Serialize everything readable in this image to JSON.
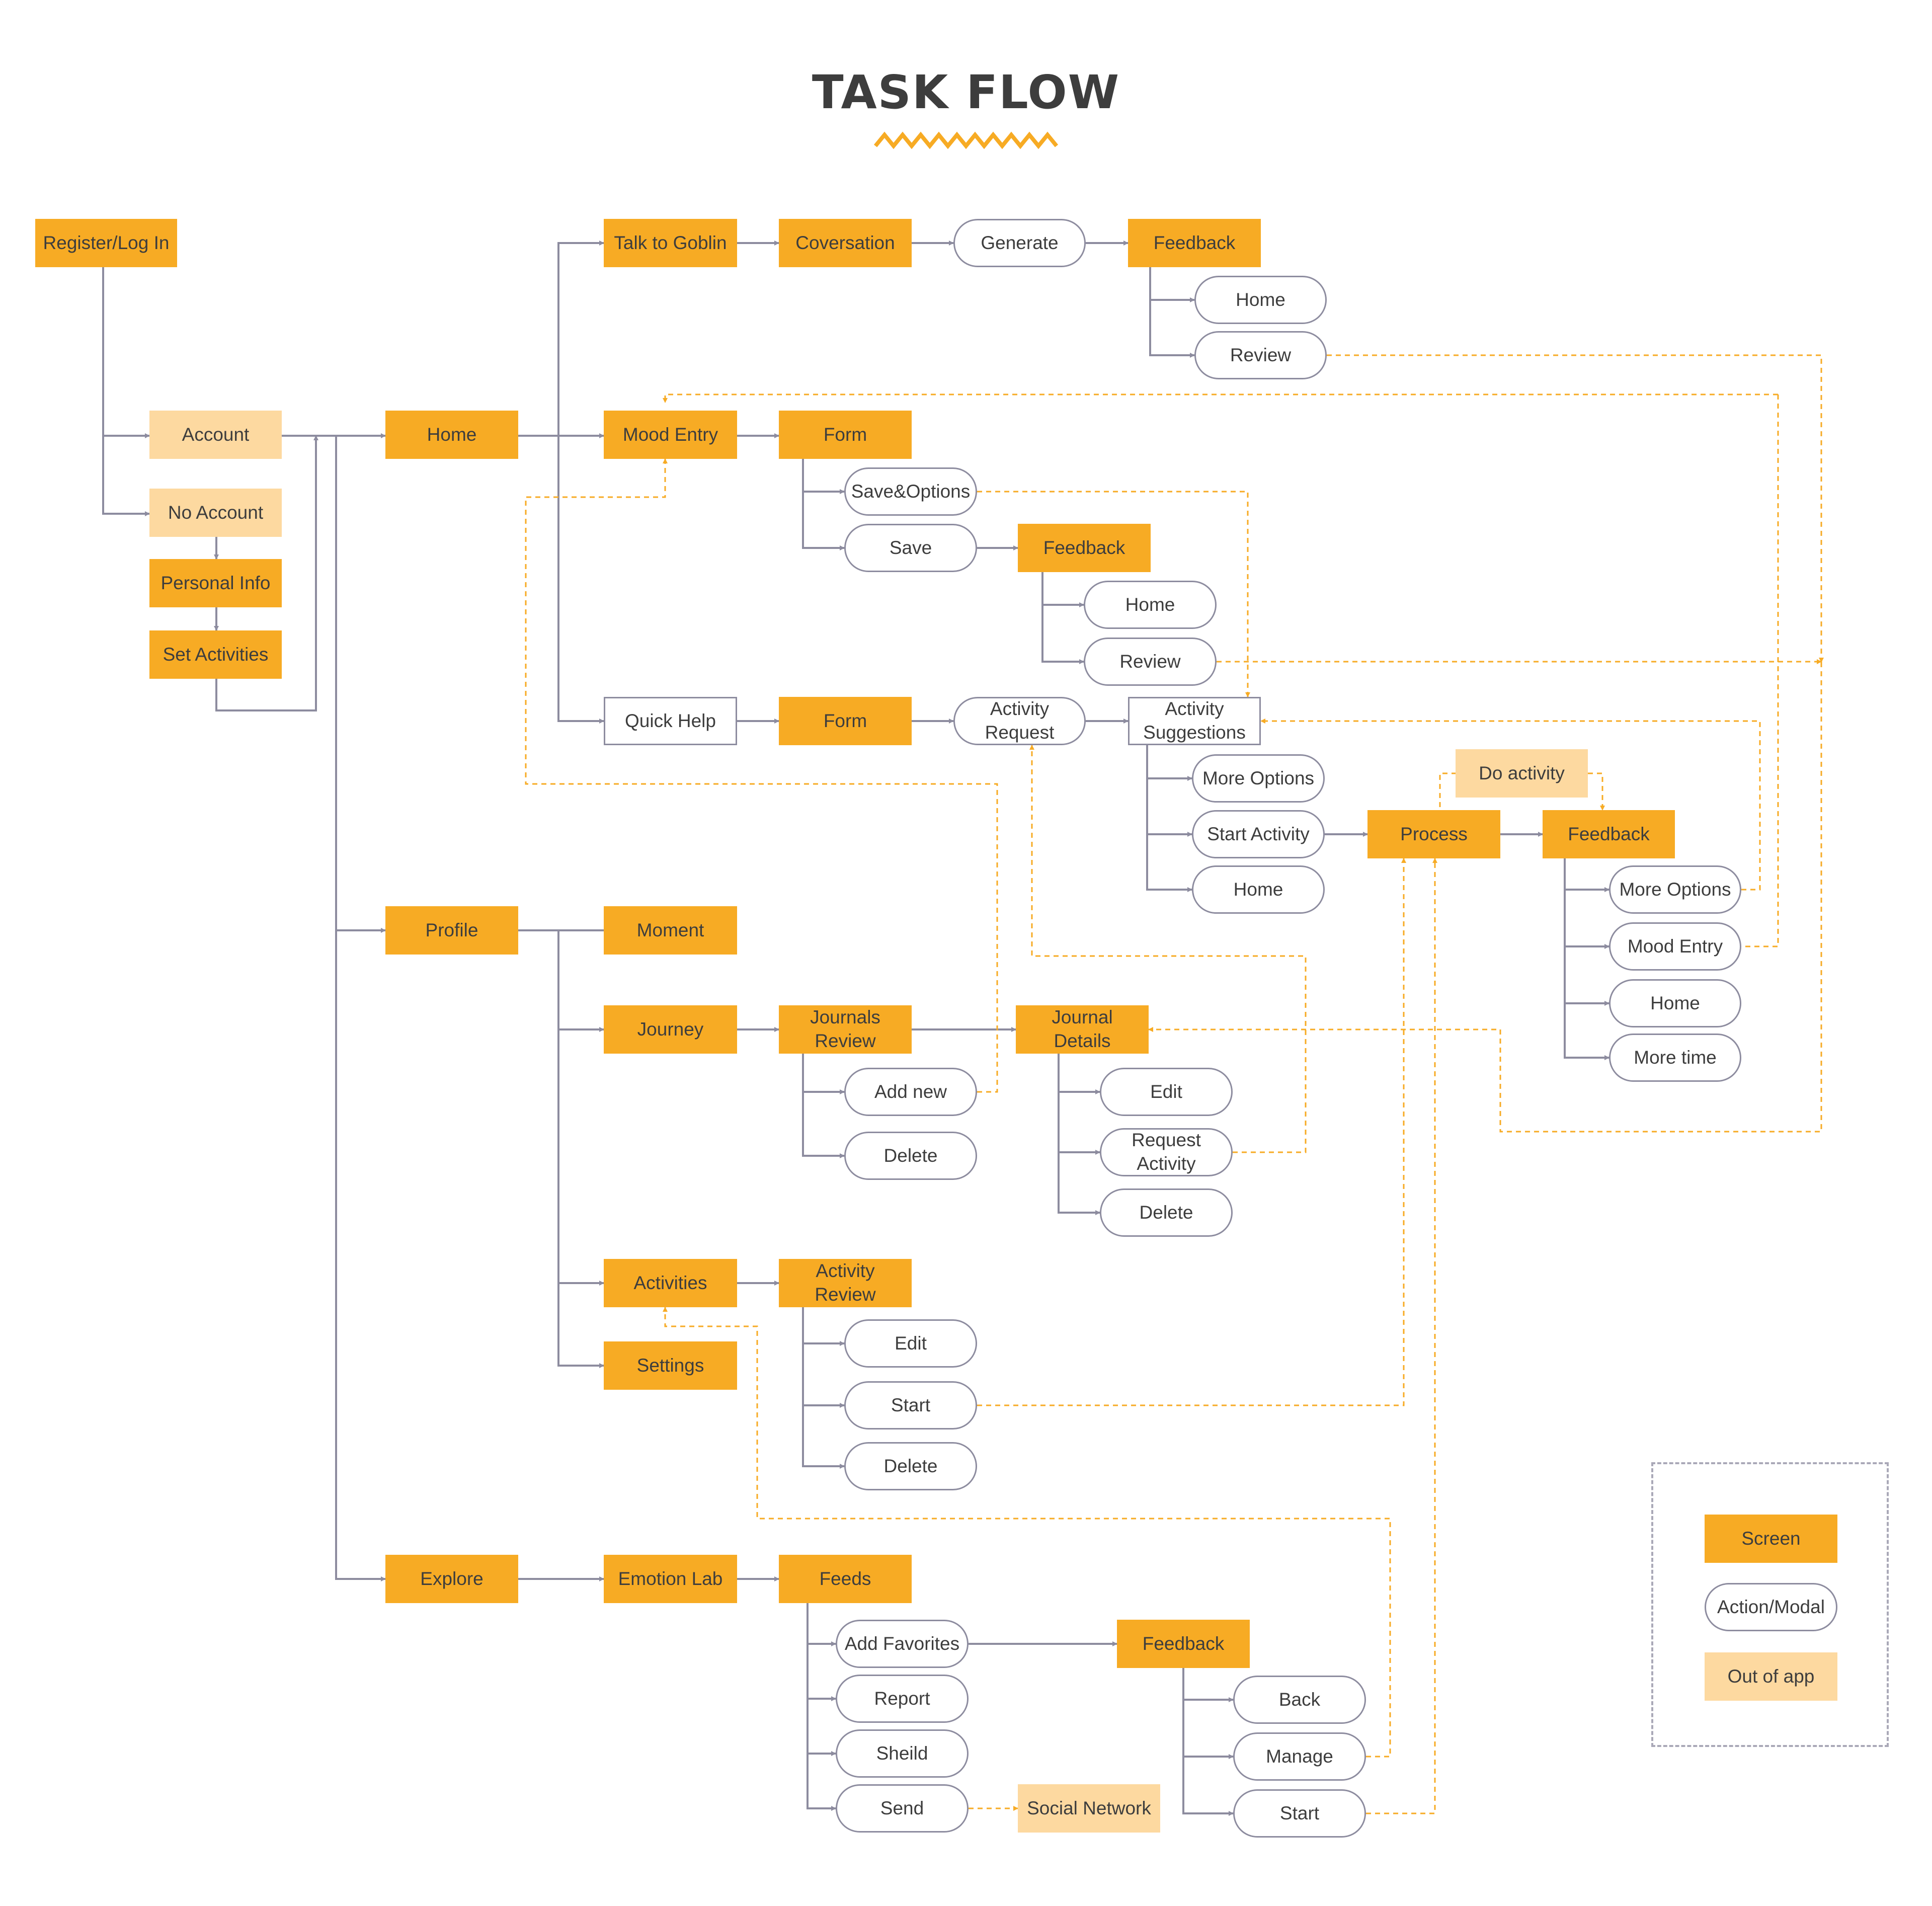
{
  "title": "TASK FLOW",
  "colors": {
    "screen": "#f7ab24",
    "out_of_app": "#fdd9a0",
    "action_border": "#8d8c9f",
    "connector": "#8d8c9f",
    "dashed_connector": "#f7ab24",
    "title_text": "#3d3d3d"
  },
  "legend": {
    "screen": "Screen",
    "action": "Action/Modal",
    "out_of_app": "Out of app"
  },
  "nodes": {
    "register": "Register/Log In",
    "account": "Account",
    "no_account": "No Account",
    "personal_info": "Personal Info",
    "set_activities": "Set Activities",
    "home": "Home",
    "talk_goblin": "Talk to Goblin",
    "conversation": "Coversation",
    "generate": "Generate",
    "feedback_goblin": "Feedback",
    "home_goblin": "Home",
    "review_goblin": "Review",
    "mood_entry": "Mood Entry",
    "form_mood": "Form",
    "save_options": "Save&Options",
    "save": "Save",
    "feedback_mood": "Feedback",
    "home_mood": "Home",
    "review_mood": "Review",
    "quick_help": "Quick Help",
    "form_help": "Form",
    "activity_request": "Activity\nRequest",
    "activity_suggestions": "Activity\nSuggestions",
    "more_options_sugg": "More Options",
    "start_activity": "Start Activity",
    "home_sugg": "Home",
    "do_activity": "Do activity",
    "process": "Process",
    "feedback_process": "Feedback",
    "more_options_fb": "More Options",
    "mood_entry_fb": "Mood Entry",
    "home_fb": "Home",
    "more_time": "More time",
    "profile": "Profile",
    "moment": "Moment",
    "journey": "Journey",
    "journals_review": "Journals\nReview",
    "add_new": "Add new",
    "delete_journal": "Delete",
    "journal_details": "Journal\nDetails",
    "edit_journal": "Edit",
    "request_activity": "Request\nActivity",
    "delete_details": "Delete",
    "activities": "Activities",
    "activity_review": "Activity\nReview",
    "edit_activity": "Edit",
    "start_activity_review": "Start",
    "delete_activity": "Delete",
    "settings": "Settings",
    "explore": "Explore",
    "emotion_lab": "Emotion Lab",
    "feeds": "Feeds",
    "add_favorites": "Add Favorites",
    "report": "Report",
    "sheild": "Sheild",
    "send": "Send",
    "social_network": "Social Network",
    "feedback_feeds": "Feedback",
    "back": "Back",
    "manage": "Manage",
    "start_feeds": "Start"
  }
}
